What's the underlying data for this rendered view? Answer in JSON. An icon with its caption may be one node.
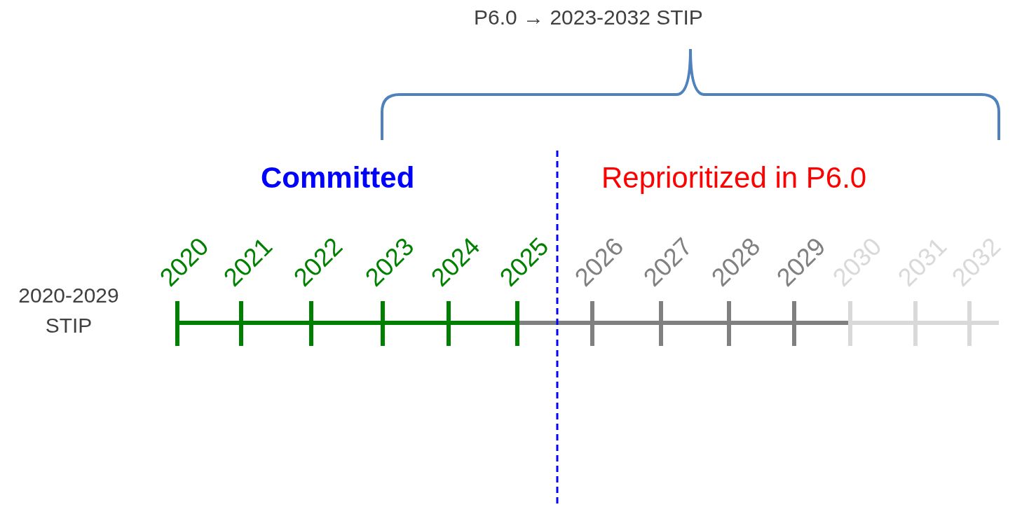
{
  "diagram": {
    "labels": [
      "P6.0 → 2023-2032 STIP",
      "Committed",
      "Reprioritized in P6.0",
      "2020-2029 STIP",
      "2020",
      "2021",
      "2022",
      "2023",
      "2024",
      "2025",
      "2026",
      "2027",
      "2028",
      "2029",
      "2030",
      "2031",
      "2032"
    ]
  }
}
